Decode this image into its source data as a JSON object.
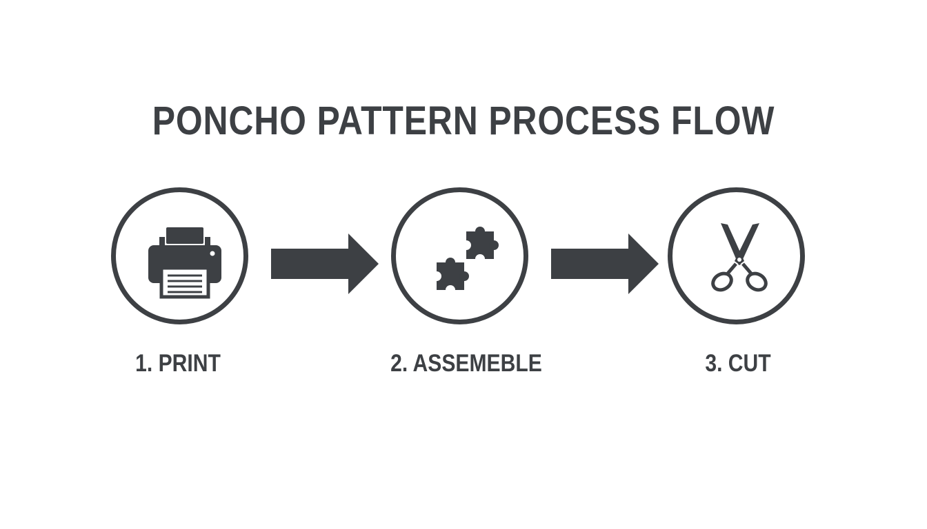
{
  "title": "PONCHO PATTERN PROCESS FLOW",
  "colors": {
    "ink": "#3d4044",
    "background": "#ffffff"
  },
  "steps": [
    {
      "label": "1. PRINT",
      "icon": "printer-icon"
    },
    {
      "label": "2. ASSEMEBLE",
      "icon": "puzzle-pieces-icon"
    },
    {
      "label": "3. CUT",
      "icon": "scissors-icon"
    }
  ],
  "connectors": [
    {
      "from": "1. PRINT",
      "to": "2. ASSEMEBLE",
      "icon": "arrow-right-icon"
    },
    {
      "from": "2. ASSEMEBLE",
      "to": "3. CUT",
      "icon": "arrow-right-icon"
    }
  ]
}
